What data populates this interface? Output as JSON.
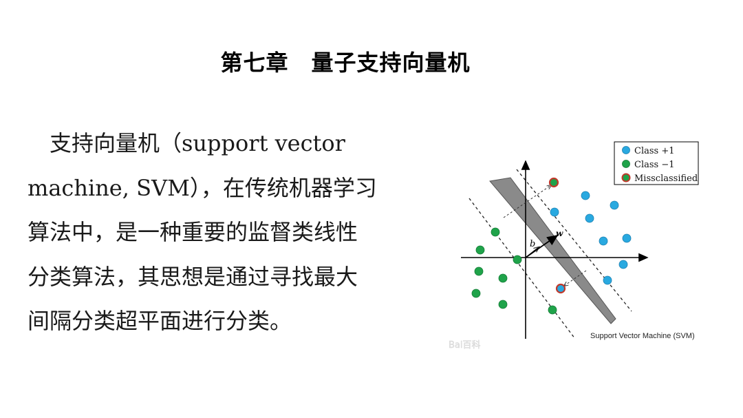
{
  "slide": {
    "title": "第七章　量子支持向量机",
    "paragraph_lines": [
      "　支持向量机（support vector",
      "machine, SVM），在传统机器学习",
      "算法中，是一种重要的监督类线性",
      "分类算法，其思想是通过寻找最大",
      "间隔分类超平面进行分类。"
    ]
  },
  "figure": {
    "legend": {
      "class_pos": "Class +1",
      "class_neg": "Class −1",
      "misclassified": "Missclassified"
    },
    "label_w": "w",
    "label_b": "b",
    "caption": "Support Vector Machine (SVM)",
    "watermark": "Bai百科",
    "colors": {
      "class_pos": "#29a9e0",
      "class_neg": "#1fa34a",
      "misclassified_fill": "#c0392b",
      "hyperplane": "#8a8a8a"
    },
    "points": {
      "class_pos": [
        [
          806,
          308
        ],
        [
          851,
          284
        ],
        [
          893,
          298
        ],
        [
          857,
          317
        ],
        [
          877,
          350
        ],
        [
          911,
          346
        ],
        [
          906,
          384
        ],
        [
          883,
          407
        ]
      ],
      "class_neg": [
        [
          720,
          337
        ],
        [
          698,
          363
        ],
        [
          752,
          377
        ],
        [
          696,
          394
        ],
        [
          731,
          404
        ],
        [
          692,
          426
        ],
        [
          731,
          442
        ],
        [
          803,
          450
        ]
      ],
      "misclassified": [
        [
          805,
          265
        ],
        [
          815,
          419
        ]
      ]
    }
  }
}
